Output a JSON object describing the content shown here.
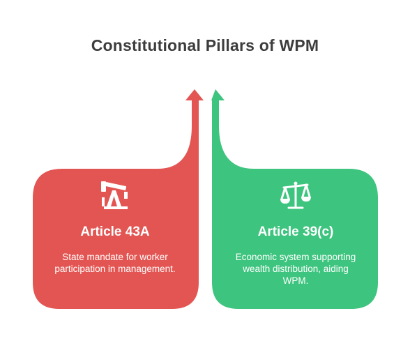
{
  "title": "Constitutional Pillars of WPM",
  "colors": {
    "left": "#e35552",
    "right": "#3dc47e",
    "title": "#3d3d3d"
  },
  "cards": [
    {
      "icon": "oil-pump-icon",
      "title": "Article 43A",
      "description": "State mandate for worker participation in management."
    },
    {
      "icon": "balance-scale-icon",
      "title": "Article 39(c)",
      "description": "Economic system supporting wealth distribution, aiding WPM."
    }
  ]
}
